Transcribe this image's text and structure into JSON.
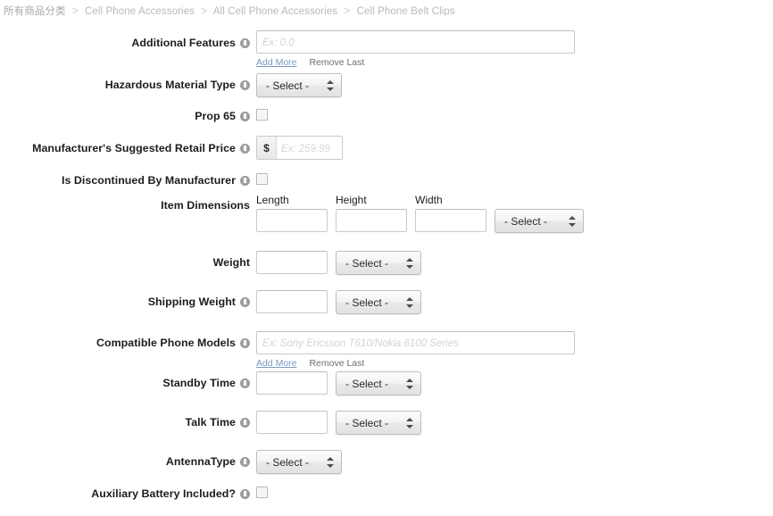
{
  "breadcrumb": {
    "items": [
      {
        "label": "所有商品分类"
      },
      {
        "label": "Cell Phone Accessories"
      },
      {
        "label": "All Cell Phone Accessories"
      },
      {
        "label": "Cell Phone Belt Clips"
      }
    ],
    "separator": ">"
  },
  "colors": {
    "link": "#7a9bc0",
    "label_text": "#1c1c1c",
    "breadcrumb_text": "#b9b9b9",
    "placeholder": "#d3d3d3",
    "field_border": "#c9c9c9",
    "select_border": "#bdbdbd",
    "page_background": "#ffffff"
  },
  "helpers": {
    "add_more": "Add More",
    "remove_last": "Remove Last"
  },
  "select_default": "- Select -",
  "currency_symbol": "$",
  "dimension_labels": {
    "length": "Length",
    "height": "Height",
    "width": "Width"
  },
  "fields": {
    "additional_features": {
      "label": "Additional Features",
      "placeholder": "Ex: 0.0",
      "value": "",
      "info": true
    },
    "hazardous_material_type": {
      "label": "Hazardous Material Type",
      "selected": "- Select -",
      "info": true
    },
    "prop_65": {
      "label": "Prop 65",
      "checked": false,
      "info": true
    },
    "msrp": {
      "label": "Manufacturer's Suggested Retail Price",
      "placeholder": "Ex: 259.99",
      "value": "",
      "info": true
    },
    "is_discontinued": {
      "label": "Is Discontinued By Manufacturer",
      "checked": false,
      "info": true
    },
    "item_dimensions": {
      "label": "Item Dimensions",
      "info": false,
      "length_value": "",
      "height_value": "",
      "width_value": "",
      "unit_selected": "- Select -"
    },
    "weight": {
      "label": "Weight",
      "value": "",
      "unit_selected": "- Select -",
      "info": false
    },
    "shipping_weight": {
      "label": "Shipping Weight",
      "value": "",
      "unit_selected": "- Select -",
      "info": true
    },
    "compatible_phone_models": {
      "label": "Compatible Phone Models",
      "placeholder": "Ex: Sony Ericsson T610/Nokia 6100 Series",
      "value": "",
      "info": true
    },
    "standby_time": {
      "label": "Standby Time",
      "value": "",
      "unit_selected": "- Select -",
      "info": true
    },
    "talk_time": {
      "label": "Talk Time",
      "value": "",
      "unit_selected": "- Select -",
      "info": true
    },
    "antenna_type": {
      "label": "AntennaType",
      "selected": "- Select -",
      "info": true
    },
    "auxiliary_battery": {
      "label": "Auxiliary Battery Included?",
      "checked": false,
      "info": true
    }
  }
}
